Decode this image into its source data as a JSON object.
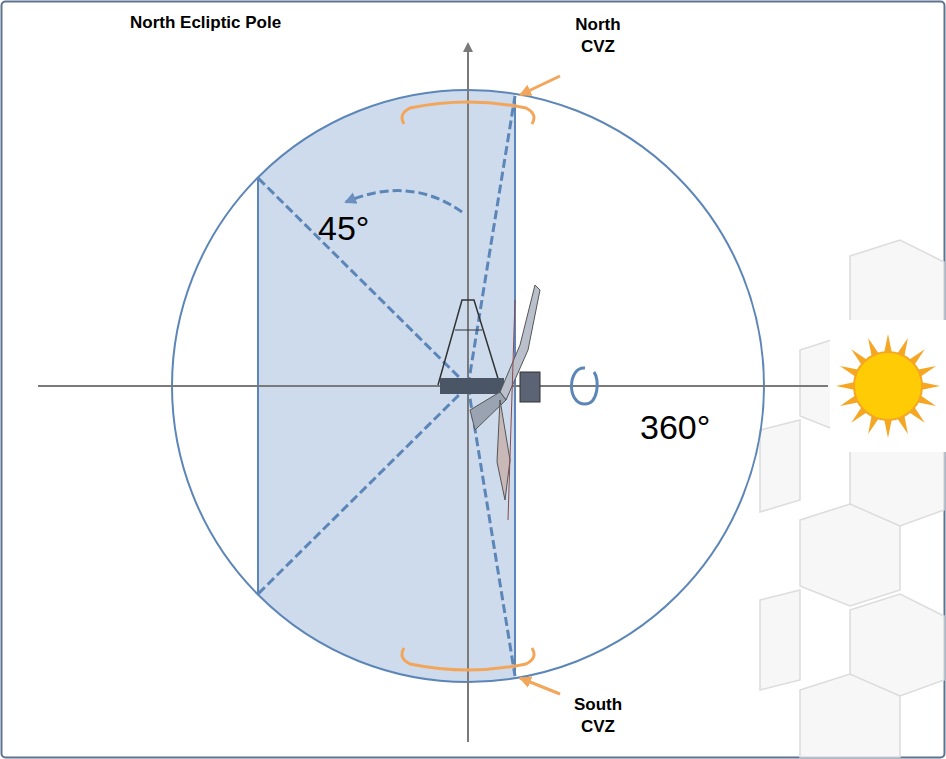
{
  "diagram": {
    "labels": [
      "North Ecliptic Pole",
      "North CVZ",
      "45°",
      "360°",
      "South CVZ"
    ]
  }
}
